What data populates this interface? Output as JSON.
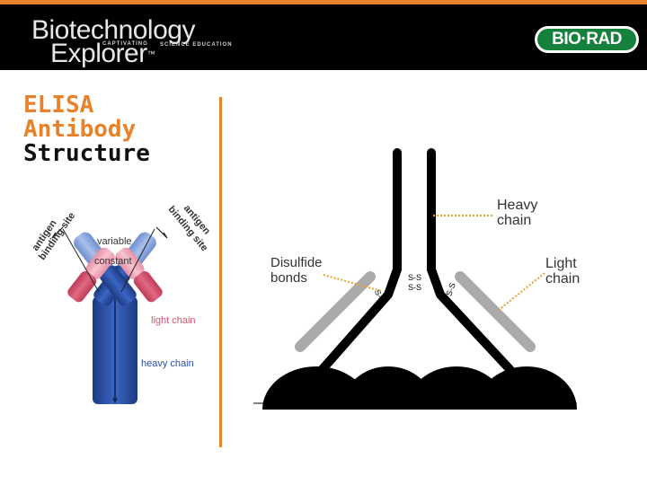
{
  "header": {
    "brand_line1": "Biotechnology",
    "brand_line2": "Explorer",
    "brand_tm": "™",
    "tagline_a": "CAPTIVATING",
    "tagline_b": "SCIENCE EDUCATION",
    "logo": "BIO·RAD",
    "strip_color": "#e8822a"
  },
  "title": {
    "line1": "ELISA",
    "line2": "Antibody",
    "line3": "Structure",
    "accent_color": "#e8822a"
  },
  "left_diagram": {
    "label_antigen_left_1": "antigen",
    "label_antigen_left_2": "binding site",
    "label_antigen_right_1": "antigen",
    "label_antigen_right_2": "binding site",
    "label_variable": "variable",
    "label_constant": "constant",
    "label_light_chain": "light chain",
    "label_heavy_chain": "heavy chain",
    "colors": {
      "heavy": "#2c4f9e",
      "light": "#d8566e"
    }
  },
  "right_diagram": {
    "label_heavy_1": "Heavy",
    "label_heavy_2": "chain",
    "label_light_1": "Light",
    "label_light_2": "chain",
    "label_disulfide_1": "Disulfide",
    "label_disulfide_2": "bonds",
    "bond_text": "S-S",
    "leader_color": "#e8a030"
  }
}
